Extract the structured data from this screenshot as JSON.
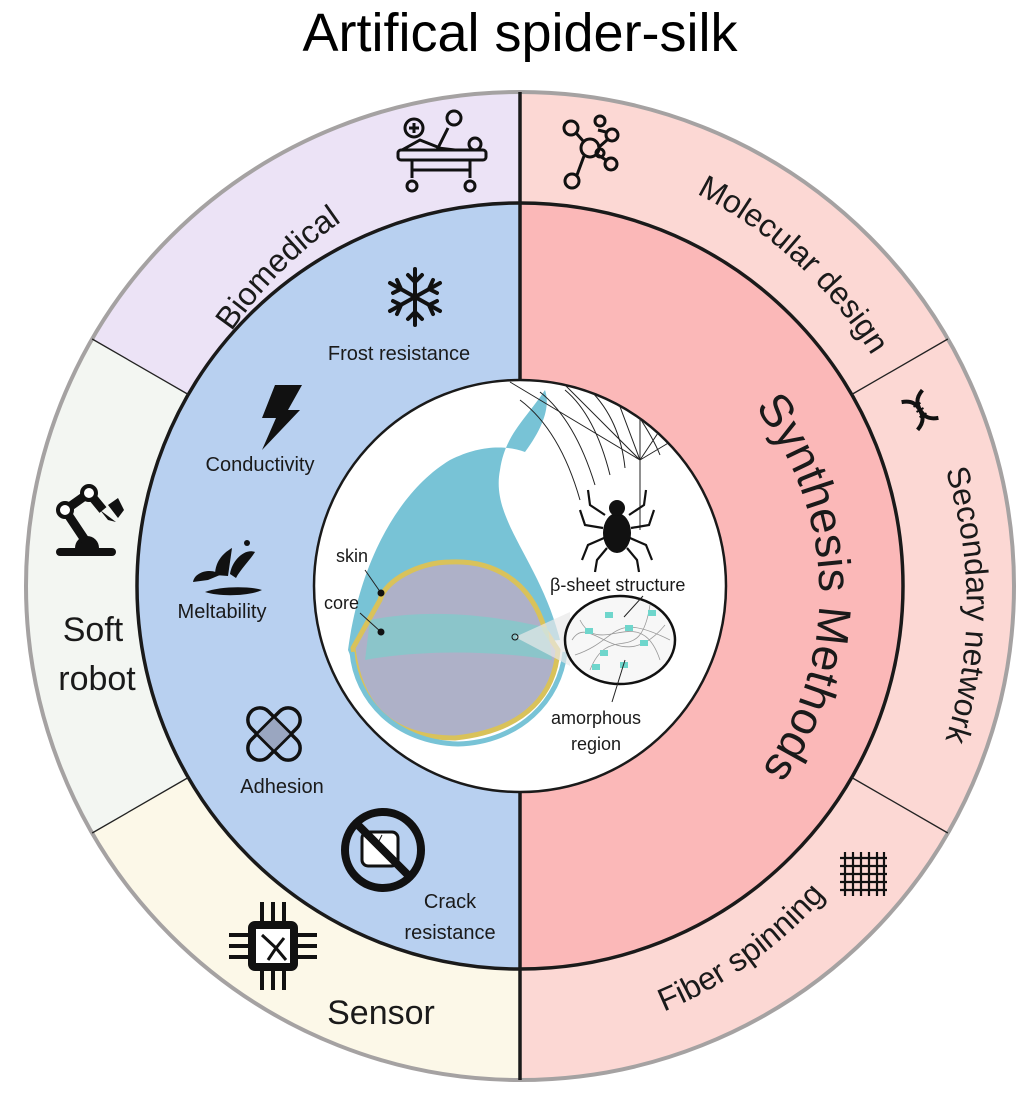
{
  "title": "Artifical spider-silk",
  "colors": {
    "biomedical": "#ece3f6",
    "soft_robot": "#f3f6f2",
    "sensor": "#fcf8e8",
    "right_outer": "#fcd8d4",
    "properties_ring": "#b8d0f0",
    "synthesis_ring": "#fbb8b8",
    "center": "#ffffff",
    "silk_blue": "#78c3d6",
    "beta_sheet": "#6fd6cc"
  },
  "applications": [
    {
      "id": "biomedical",
      "label": "Biomedical",
      "icon": "patient-bed-icon"
    },
    {
      "id": "soft_robot",
      "label_lines": [
        "Soft",
        "robot"
      ],
      "icon": "robot-arm-icon"
    },
    {
      "id": "sensor",
      "label": "Sensor",
      "icon": "microchip-icon"
    }
  ],
  "methods": [
    {
      "id": "molecular",
      "label": "Molecular design",
      "icon": "molecule-icon"
    },
    {
      "id": "secondary",
      "label": "Secondary network",
      "icon": "dna-icon"
    },
    {
      "id": "fiber",
      "label": "Fiber spinning",
      "icon": "woven-mesh-icon"
    }
  ],
  "synthesis_label": "Synthesis Methods",
  "properties": [
    {
      "label": "Frost resistance",
      "icon": "snowflake-icon"
    },
    {
      "label": "Conductivity",
      "icon": "lightning-icon"
    },
    {
      "label": "Meltability",
      "icon": "splash-icon"
    },
    {
      "label": "Adhesion",
      "icon": "bandage-icon"
    },
    {
      "label_lines": [
        "Crack",
        "resistance"
      ],
      "icon": "no-crack-icon"
    }
  ],
  "center": {
    "skin": "skin",
    "core": "core",
    "beta_sheet": "β-sheet structure",
    "amorphous_lines": [
      "amorphous",
      "region"
    ]
  }
}
